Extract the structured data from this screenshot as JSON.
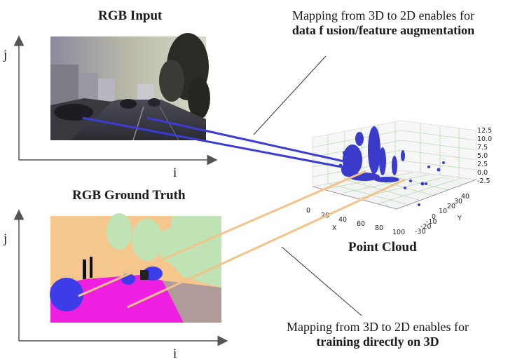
{
  "top_panel": {
    "title": "RGB Input",
    "axis_vertical": "j",
    "axis_horizontal": "i"
  },
  "bottom_panel": {
    "title": "RGB Ground Truth",
    "axis_vertical": "j",
    "axis_horizontal": "i"
  },
  "point_cloud": {
    "title": "Point Cloud",
    "x_label": "X",
    "y_label": "Y",
    "x_ticks": [
      "0",
      "20",
      "40",
      "60",
      "80",
      "100"
    ],
    "y_ticks": [
      "-30",
      "-20",
      "-10",
      "0",
      "10",
      "20",
      "30",
      "40"
    ],
    "z_ticks": [
      "12.5",
      "10.0",
      "7.5",
      "5.0",
      "2.5",
      "0.0",
      "-2.5"
    ],
    "point_color": "#3a3acb",
    "grid_color": "#7bc47b"
  },
  "caption_top": {
    "line1": "Mapping from 3D to 2D enables for",
    "line2": "data f usion/feature augmentation"
  },
  "caption_bottom": {
    "line1": "Mapping from 3D to 2D enables for",
    "line2": "training directly on 3D"
  },
  "colors": {
    "rgb_link": "#3b3bd6",
    "gt_link": "#f3c48a",
    "seg_sky": "#f6c78c",
    "seg_vegetation": "#bfe3b4",
    "seg_road": "#ee1fe0",
    "seg_car": "#3c3ce8",
    "seg_sidewalk": "#b09a9a"
  }
}
